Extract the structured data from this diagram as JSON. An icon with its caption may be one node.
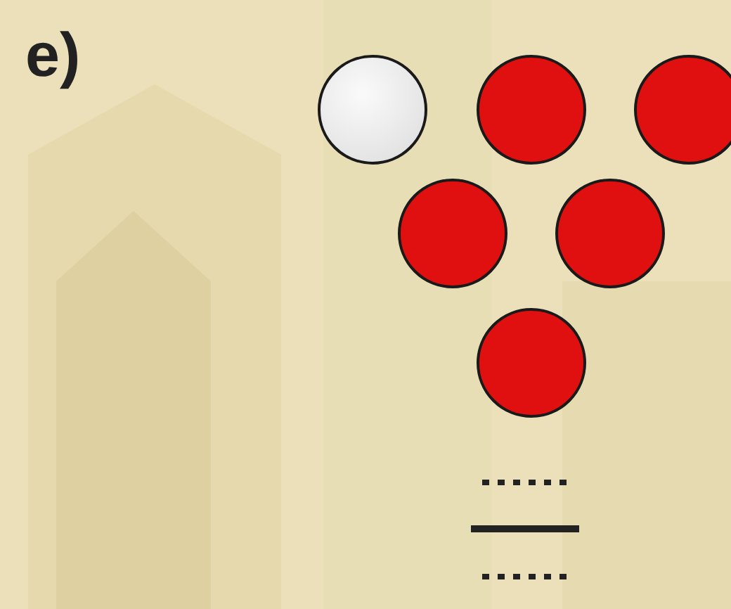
{
  "diagram": {
    "nodes": [
      {
        "text": [],
        "shape": "circle"
      },
      {
        "text": [],
        "shape": "circle"
      },
      {
        "text": [],
        "shape": "circle"
      },
      {
        "text": [],
        "shape": "circle"
      },
      {
        "text": [],
        "shape": "circle"
      },
      {
        "text": [],
        "shape": "circle"
      }
    ],
    "labels": [
      "e)"
    ]
  }
}
